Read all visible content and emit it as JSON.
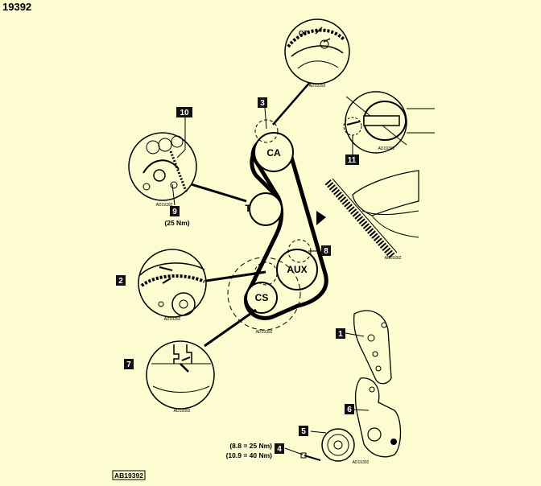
{
  "doc_number": "19392",
  "footer_ref": "AB19392",
  "detail_ref": "AD19392",
  "pulleys": {
    "camshaft": "CA",
    "tensioner": "T",
    "auxiliary": "AUX",
    "crankshaft": "CS"
  },
  "tags": {
    "t1": "1",
    "t2": "2",
    "t3": "3",
    "t4": "4",
    "t5": "5",
    "t6": "6",
    "t7": "7",
    "t8": "8",
    "t9": "9",
    "t10": "10",
    "t11": "11"
  },
  "torques": {
    "tensioner_bolt": "(25 Nm)",
    "crank_bolt_88": "(8.8 = 25 Nm)",
    "crank_bolt_109": "(10.9 = 40 Nm)"
  },
  "timing_mark": "OT",
  "colors": {
    "background": "#fdfbd0",
    "line": "#000000",
    "tag_fill": "#111111"
  }
}
